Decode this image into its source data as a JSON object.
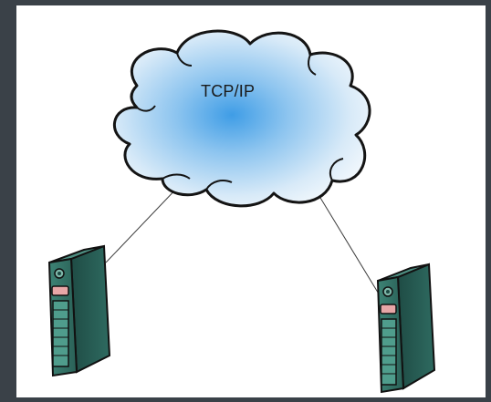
{
  "diagram": {
    "cloud": {
      "label": "TCP/IP",
      "fill_center": "#4aa3e6",
      "fill_edge": "#f2f7fc",
      "outline": "#141414"
    },
    "nodes": [
      {
        "name": "left-server",
        "type": "server-tower",
        "color": "#2f6b60"
      },
      {
        "name": "right-server",
        "type": "server-tower",
        "color": "#2f6b60"
      }
    ],
    "links": [
      {
        "from": "cloud",
        "to": "left-server"
      },
      {
        "from": "cloud",
        "to": "right-server"
      }
    ],
    "background": "#ffffff",
    "frame_color": "#3a4148"
  }
}
